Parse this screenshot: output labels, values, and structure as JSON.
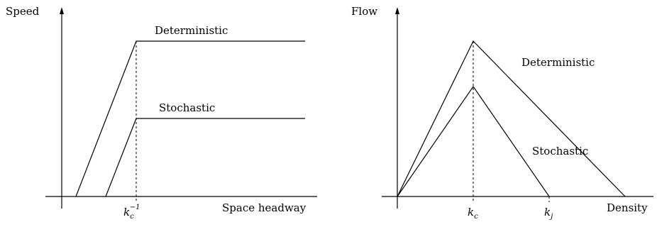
{
  "left_diagram": {
    "y_axis_label": "Speed",
    "x_axis_label": "Space headway",
    "tick_label": {
      "base": "k",
      "subscript": "c",
      "superscript": "−1"
    },
    "curves": [
      {
        "label": "Deterministic"
      },
      {
        "label": "Stochastic"
      }
    ]
  },
  "right_diagram": {
    "y_axis_label": "Flow",
    "x_axis_label": "Density",
    "tick_labels": [
      {
        "base": "k",
        "subscript": "c"
      },
      {
        "base": "k",
        "subscript": "j"
      }
    ],
    "curves": [
      {
        "label": "Deterministic"
      },
      {
        "label": "Stochastic"
      }
    ]
  }
}
